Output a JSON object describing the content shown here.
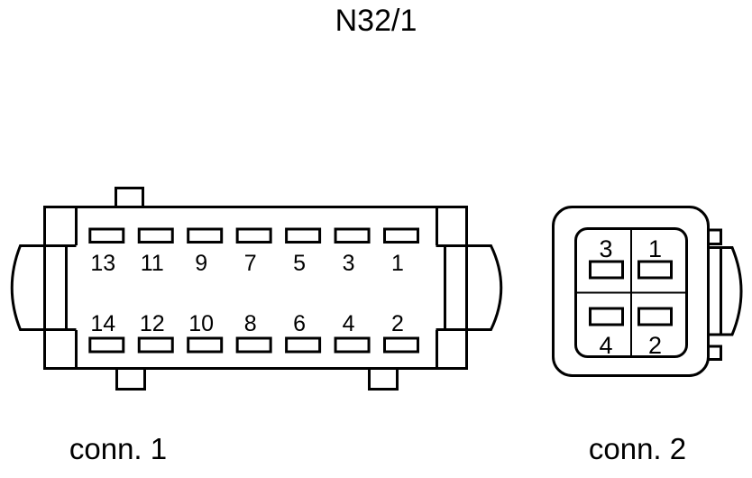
{
  "title": "N32/1",
  "colors": {
    "line": "#000000",
    "background": "#ffffff",
    "text": "#000000"
  },
  "connector1": {
    "caption": "conn. 1",
    "pin_count": 14,
    "rows": [
      {
        "name": "top",
        "pins": [
          "13",
          "11",
          "9",
          "7",
          "5",
          "3",
          "1"
        ]
      },
      {
        "name": "bottom",
        "pins": [
          "14",
          "12",
          "10",
          "8",
          "6",
          "4",
          "2"
        ]
      }
    ]
  },
  "connector2": {
    "caption": "conn. 2",
    "pin_count": 4,
    "pins": [
      {
        "label": "3",
        "position": "top-left"
      },
      {
        "label": "1",
        "position": "top-right"
      },
      {
        "label": "4",
        "position": "bottom-left"
      },
      {
        "label": "2",
        "position": "bottom-right"
      }
    ]
  }
}
